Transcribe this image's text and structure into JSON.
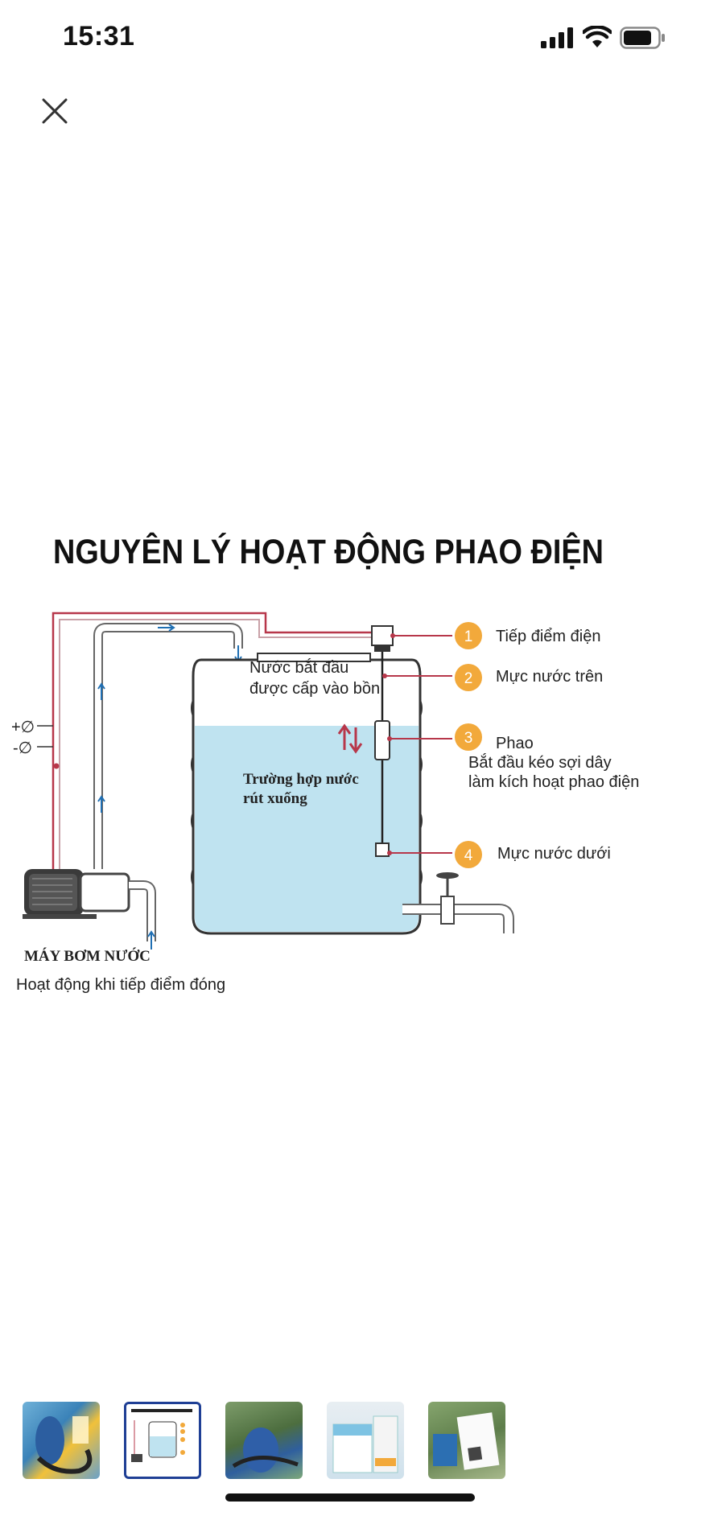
{
  "status_bar": {
    "time": "15:31"
  },
  "viewer": {
    "close_icon": "close-icon",
    "image": {
      "title": "NGUYÊN LÝ HOẠT ĐỘNG PHAO ĐIỆN",
      "water_in_line1": "Nước bắt đầu",
      "water_in_line2": "được cấp vào bồn",
      "case_line1": "Trường hợp nước",
      "case_line2": "rút xuống",
      "plus_label": "+∅",
      "minus_label": "-∅",
      "pump_name": "MÁY BƠM NƯỚC",
      "pump_note": "Hoạt động khi tiếp điểm đóng",
      "callouts": [
        {
          "num": "1",
          "text": "Tiếp điểm điện"
        },
        {
          "num": "2",
          "text": "Mực nước trên"
        },
        {
          "num": "3",
          "text": "Phao",
          "sub1": "Bắt đầu kéo sợi dây",
          "sub2": "làm kích hoạt phao điện"
        },
        {
          "num": "4",
          "text": "Mực nước dưới"
        }
      ]
    }
  },
  "thumbnails": [
    {
      "name": "thumb-1",
      "selected": false
    },
    {
      "name": "thumb-2",
      "selected": true
    },
    {
      "name": "thumb-3",
      "selected": false
    },
    {
      "name": "thumb-4",
      "selected": false
    },
    {
      "name": "thumb-5",
      "selected": false
    }
  ],
  "colors": {
    "callout_orange": "#f2a93b",
    "pipe_red": "#b7374a",
    "water_blue": "#bfe3f0",
    "selected_border": "#1f3f95"
  }
}
